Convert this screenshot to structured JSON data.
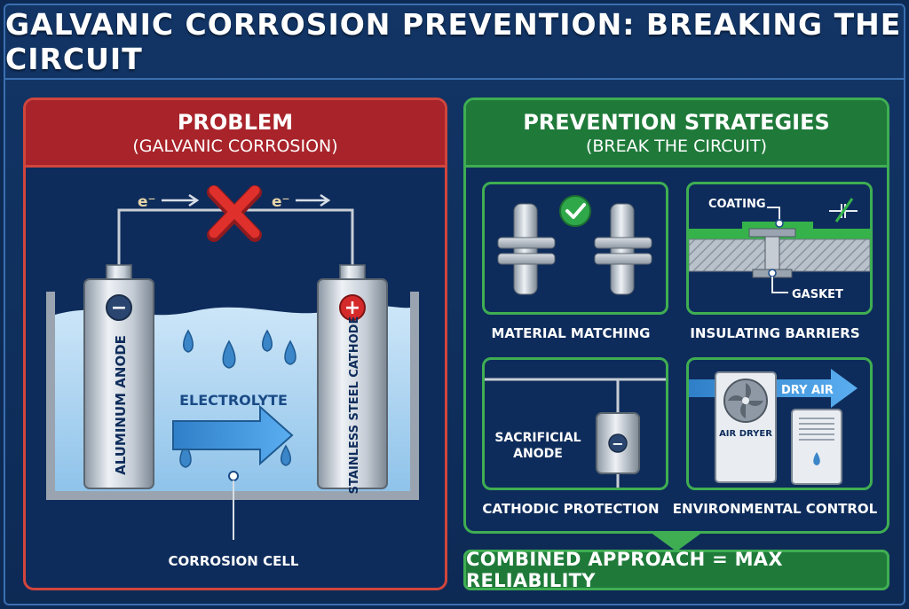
{
  "title": "GALVANIC CORROSION PREVENTION: BREAKING THE CIRCUIT",
  "problem": {
    "title": "PROBLEM",
    "subtitle": "(GALVANIC CORROSION)",
    "electron_left": "e⁻",
    "electron_right": "e⁻",
    "anode_label": "ALUMINUM ANODE",
    "cathode_label": "STAINLESS STEEL CATHODE",
    "anode_sign": "−",
    "cathode_sign": "+",
    "electrolyte_label": "ELECTROLYTE",
    "cell_label": "CORROSION CELL"
  },
  "prevention": {
    "title": "PREVENTION STRATEGIES",
    "subtitle": "(BREAK THE CIRCUIT)",
    "cards": {
      "material": {
        "label": "MATERIAL MATCHING"
      },
      "barriers": {
        "label": "INSULATING BARRIERS",
        "coating": "COATING",
        "gasket": "GASKET"
      },
      "cathodic": {
        "label": "CATHODIC PROTECTION",
        "anode_text_1": "SACRIFICIAL",
        "anode_text_2": "ANODE",
        "sign": "−"
      },
      "environment": {
        "label": "ENVIRONMENTAL CONTROL",
        "dry_air": "DRY AIR",
        "dryer": "AIR DRYER"
      }
    }
  },
  "combined": "COMBINED APPROACH = MAX RELIABILITY",
  "colors": {
    "background": "#0d2a55",
    "problem_red": "#a8242a",
    "prevention_green": "#1f7a3a",
    "electrolyte_blue": "#a9d2ef",
    "arrow_blue": "#3d8fd6"
  }
}
